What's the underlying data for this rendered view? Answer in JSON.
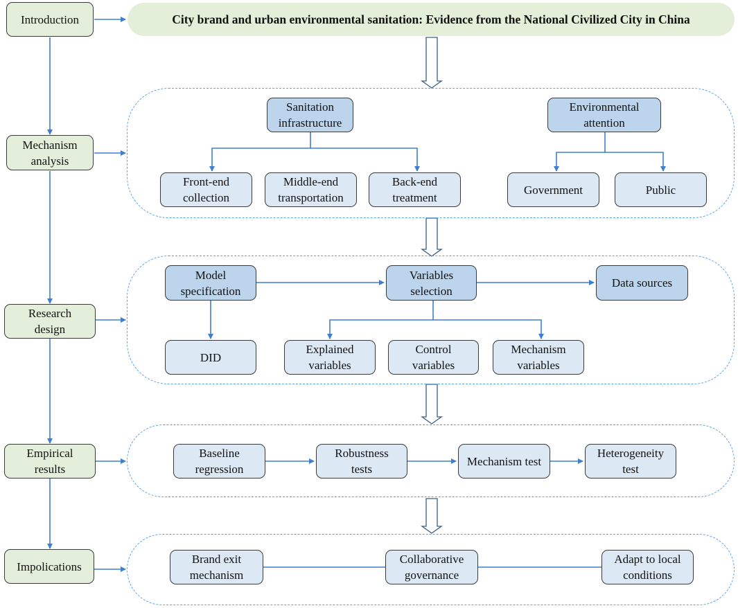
{
  "title": "City brand and urban environmental sanitation: Evidence from the National Civilized City in China",
  "stages": {
    "introduction": "Introduction",
    "mechanism_analysis": "Mechanism\nanalysis",
    "research_design": "Research\ndesign",
    "empirical_results": "Empirical\nresults",
    "implications": "Impolications"
  },
  "mechanism": {
    "sanitation_infrastructure": "Sanitation\ninfrastructure",
    "front_end": "Front-end\ncollection",
    "middle_end": "Middle-end\ntransportation",
    "back_end": "Back-end\ntreatment",
    "environmental_attention": "Environmental\nattention",
    "government": "Government",
    "public": "Public"
  },
  "design": {
    "model_specification": "Model\nspecification",
    "variables_selection": "Variables\nselection",
    "data_sources": "Data sources",
    "did": "DID",
    "explained_variables": "Explained\nvariables",
    "control_variables": "Control\nvariables",
    "mechanism_variables": "Mechanism\nvariables"
  },
  "results": {
    "baseline_regression": "Baseline\nregression",
    "robustness_tests": "Robustness\ntests",
    "mechanism_test": "Mechanism test",
    "heterogeneity_test": "Heterogeneity\ntest"
  },
  "implications": {
    "brand_exit": "Brand exit\nmechanism",
    "collaborative_governance": "Collaborative\ngovernance",
    "adapt_local": "Adapt to local\nconditions"
  },
  "colors": {
    "stage_fill": "#e4efdb",
    "title_fill": "#e3efd8",
    "dark_box": "#bcd5ec",
    "light_box": "#dce9f5",
    "connector": "#3f7fcf",
    "panel_border": "#5aa3e6"
  }
}
